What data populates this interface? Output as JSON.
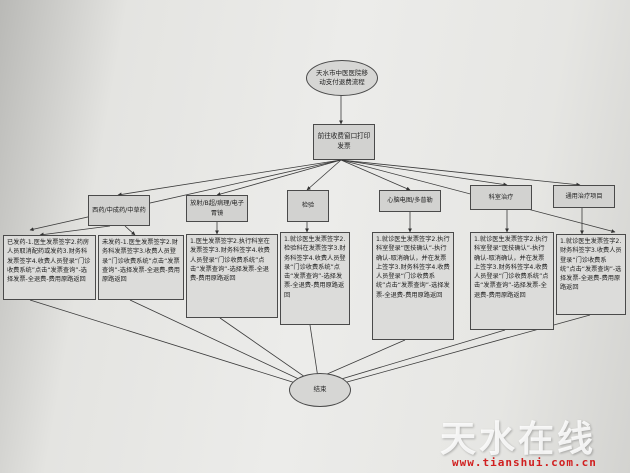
{
  "flow": {
    "start": "天水市中医医院移动支付退费流程",
    "print": "前往收费窗口打印发票",
    "end": "结束",
    "categories": [
      {
        "label": "西药/中成药/中草药",
        "detail": "已发药-1.医生发票签字2.药房人员取消配药或发药3.财务科发票签字4.收费人员登录“门诊收费系统”点击“发票查询”-选择发票-全退费-费用原路返回"
      },
      {
        "label": "放射/B超/病理/电子胃镜",
        "detail": "1.医生发票签字2.执行科室在发票签字3.财务科签字4.收费人员登录“门诊收费系统”点击“发票查询”-选择发票-全退费-费用原路返回"
      },
      {
        "label": "检验",
        "detail": "1.就诊医生发票签字2.检验科在发票签字3.财务科签字4.收费人员登录“门诊收费系统”点击“发票查询”-选择发票-全退费-费用原路返回"
      },
      {
        "label": "心脑电图/多普勒",
        "detail": "1.就诊医生发票签字2.执行科室登录“医技确认”-执行确认-取消确认，并在发票上签字3.财务科签字4.收费人员登录“门诊收费系统”点击“发票查询”-选择发票-全退费-费用原路返回"
      },
      {
        "label": "科室治疗",
        "detail": "1.就诊医生发票签字2.执行科室登录“医技确认”-执行确认-取消确认，并在发票上签字3.财务科签字4.收费人员登录“门诊收费系统”点击“发票查询”-选择发票-全退费-费用原路返回"
      },
      {
        "label": "通用治疗项目",
        "detail": "1.就诊医生发票签字2.财务科签字3.收费人员登录“门诊收费系统”点击“发票查询”-选择发票-全退费-费用原路返回"
      }
    ],
    "western_undispensed": "未发药-1.医生发票签字2.财务科发票签字3.收费人员登录“门诊收费系统”点击“发票查询”-选择发票-全退费-费用原路返回"
  },
  "watermark": {
    "text": "天水在线",
    "site": "www.tianshui.com.cn"
  },
  "colors": {
    "paper": "#e8e8e6",
    "box": "#dcdcda",
    "line": "#3a3a3a",
    "site": "#d02020"
  }
}
